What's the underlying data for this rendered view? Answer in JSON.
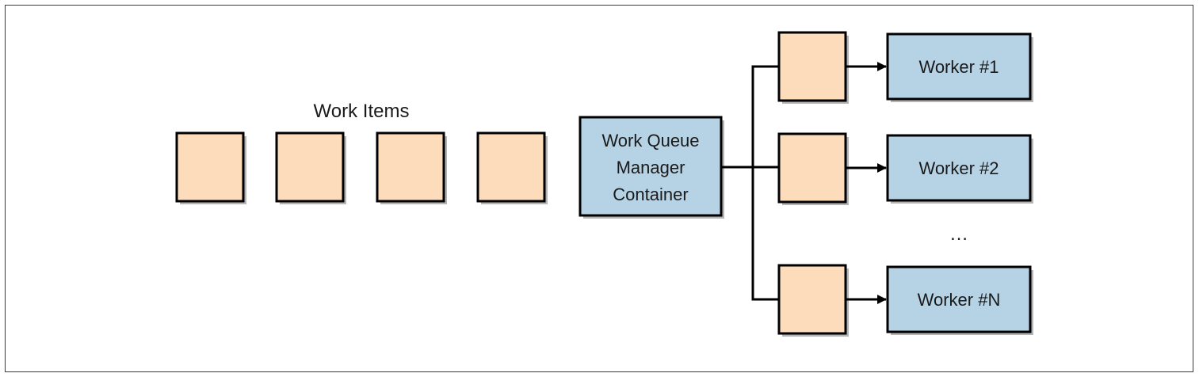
{
  "diagram": {
    "work_items_label": "Work Items",
    "manager": {
      "line1": "Work Queue",
      "line2": "Manager",
      "line3": "Container"
    },
    "workers": [
      {
        "label": "Worker #1"
      },
      {
        "label": "Worker #2"
      },
      {
        "label": "Worker #N"
      }
    ],
    "ellipsis": "…",
    "colors": {
      "item_fill": "#fcdcba",
      "box_fill": "#b6d3e6",
      "stroke": "#000000",
      "shadow": "#b5b5b5"
    }
  }
}
